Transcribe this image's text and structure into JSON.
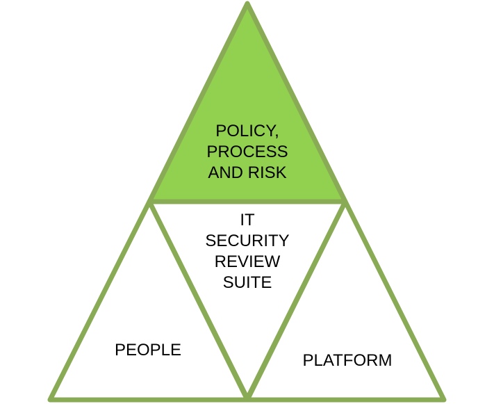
{
  "colors": {
    "outline": "#8aab55",
    "top_fill": "#92d050",
    "other_fill": "#ffffff",
    "text": "#000000"
  },
  "top_triangle": {
    "lines": [
      "POLICY,",
      "PROCESS",
      "AND RISK"
    ]
  },
  "center_triangle": {
    "lines": [
      "IT",
      "SECURITY",
      "REVIEW",
      "SUITE"
    ]
  },
  "left_triangle": {
    "label": "PEOPLE"
  },
  "right_triangle": {
    "label": "PLATFORM"
  }
}
